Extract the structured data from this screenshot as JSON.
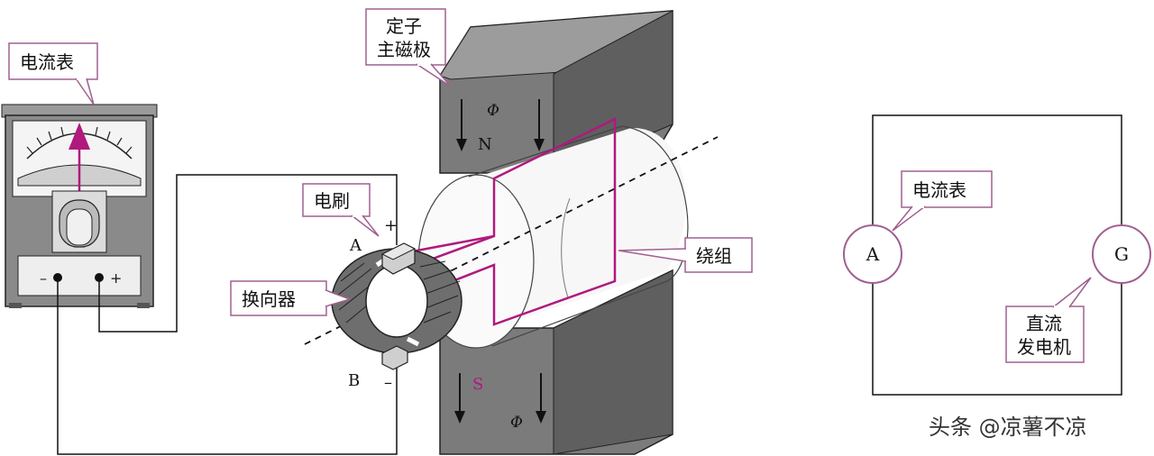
{
  "labels": {
    "ammeter": "电流表",
    "stator_line1": "定子",
    "stator_line2": "主磁极",
    "brush": "电刷",
    "commutator": "换向器",
    "winding": "绕组",
    "ammeter_right": "电流表",
    "generator_line1": "直流",
    "generator_line2": "发电机"
  },
  "symbols": {
    "north": "N",
    "south": "S",
    "flux_top": "Φ",
    "flux_bottom": "Φ",
    "brush_a": "A",
    "brush_b": "B",
    "plus": "+",
    "minus": "–",
    "meter_minus": "–",
    "meter_plus": "+",
    "ammeter_symbol": "A",
    "generator_symbol": "G"
  },
  "watermark": "头条 @凉薯不凉",
  "colors": {
    "accent": "#b0197e",
    "label_border": "#a06090",
    "magnet_fill": "#777777",
    "line": "#111111"
  }
}
